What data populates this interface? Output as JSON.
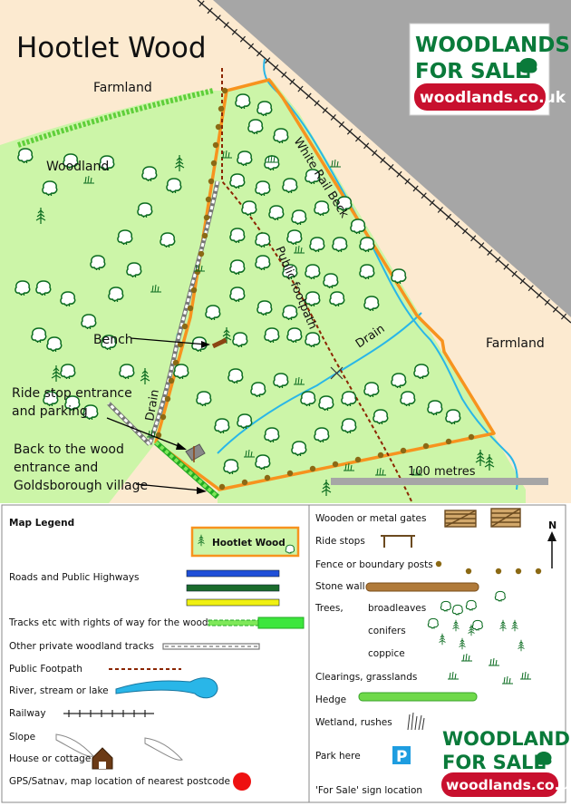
{
  "map": {
    "title": "Hootlet Wood",
    "labels": {
      "farmland_nw": "Farmland",
      "farmland_e": "Farmland",
      "woodland": "Woodland",
      "beck": "White Rail Beck",
      "footpath": "Public footpath",
      "drain_e": "Drain",
      "drain_w": "Drain",
      "bench": "Bench",
      "ride_stop_1": "Ride stop entrance",
      "ride_stop_2": "and parking",
      "back_1": "Back to the wood",
      "back_2": "entrance and",
      "back_3": "Goldsborough village",
      "scale": "100 metres"
    },
    "north": "N",
    "colors": {
      "woodland": "#ccf5a8",
      "farmland": "#fcead0",
      "road": "#a6a6a6",
      "boundary": "#f7931e",
      "water": "#29b6e8",
      "footpath": "#8b2500",
      "brand_green": "#0a7a3a",
      "brand_red": "#c8102e"
    }
  },
  "brand": {
    "line1": "WOODLANDS",
    "line2": "FOR SALE",
    "url": "woodlands.co.uk"
  },
  "legend": {
    "title": "Map Legend",
    "wood_sample": "Hootlet Wood",
    "items": {
      "roads": "Roads and Public Highways",
      "tracks": "Tracks etc with rights of way for the wood",
      "private_tracks": "Other private woodland tracks",
      "footpath": "Public Footpath",
      "river": "River, stream or lake",
      "railway": "Railway",
      "slope": "Slope",
      "house": "House or cottage",
      "gps": "GPS/Satnav, map location of nearest postcode",
      "gates": "Wooden or metal gates",
      "ride_stops": "Ride stops",
      "fence": "Fence or boundary posts",
      "stone_wall": "Stone wall",
      "trees": "Trees,",
      "broadleaves": "broadleaves",
      "conifers": "conifers",
      "coppice": "coppice",
      "clearings": "Clearings, grasslands",
      "hedge": "Hedge",
      "wetland": "Wetland, rushes",
      "park": "Park here",
      "for_sale": "'For Sale'  sign location"
    }
  }
}
